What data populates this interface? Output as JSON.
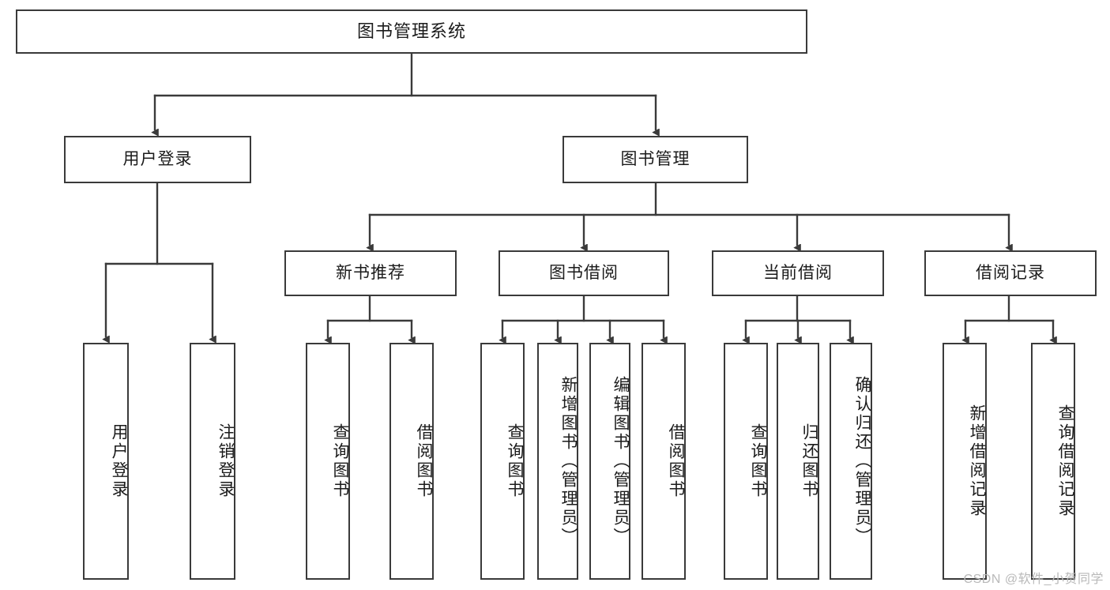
{
  "diagram": {
    "title": "图书管理系统",
    "type": "tree-structure-chart",
    "watermark": "CSDN @软件_小贺同学",
    "line_color": "#3a3a3a",
    "box_fill": "#ffffff",
    "text_color": "#1b1b1b",
    "watermark_color": "#b9b9b9"
  },
  "nodes": {
    "root": {
      "label": "图书管理系统"
    },
    "level2": [
      {
        "id": "user-login",
        "label": "用户登录"
      },
      {
        "id": "book-manage",
        "label": "图书管理"
      }
    ],
    "level3": [
      {
        "id": "new-book-recommend",
        "label": "新书推荐"
      },
      {
        "id": "book-borrow",
        "label": "图书借阅"
      },
      {
        "id": "current-borrow",
        "label": "当前借阅"
      },
      {
        "id": "borrow-record",
        "label": "借阅记录"
      }
    ],
    "leaves": {
      "user_login": [
        {
          "id": "leaf-user-login",
          "label": "用户登录"
        },
        {
          "id": "leaf-logout-login",
          "label": "注销登录"
        }
      ],
      "new_book_recommend": [
        {
          "id": "leaf-query-book-1",
          "label": "查询图书"
        },
        {
          "id": "leaf-borrow-book-1",
          "label": "借阅图书"
        }
      ],
      "book_borrow": [
        {
          "id": "leaf-query-book-2",
          "label": "查询图书"
        },
        {
          "id": "leaf-add-book-admin",
          "label": "新增图书（管理员）"
        },
        {
          "id": "leaf-edit-book-admin",
          "label": "编辑图书（管理员）"
        },
        {
          "id": "leaf-borrow-book-2",
          "label": "借阅图书"
        }
      ],
      "current_borrow": [
        {
          "id": "leaf-query-book-3",
          "label": "查询图书"
        },
        {
          "id": "leaf-return-book",
          "label": "归还图书"
        },
        {
          "id": "leaf-confirm-return-admin",
          "label": "确认归还（管理员）"
        }
      ],
      "borrow_record": [
        {
          "id": "leaf-add-borrow-record",
          "label": "新增借阅记录"
        },
        {
          "id": "leaf-query-borrow-record",
          "label": "查询借阅记录"
        }
      ]
    }
  }
}
